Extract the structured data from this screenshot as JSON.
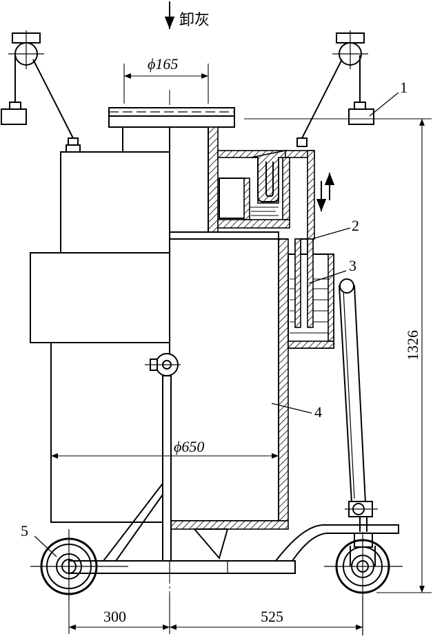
{
  "labels": {
    "discharge": "卸灰",
    "dim_top_diameter": "ϕ165",
    "dim_body_diameter": "ϕ650",
    "dim_height": "1326",
    "dim_left": "300",
    "dim_right": "525"
  },
  "parts": [
    {
      "number": "1"
    },
    {
      "number": "2"
    },
    {
      "number": "3"
    },
    {
      "number": "4"
    },
    {
      "number": "5"
    }
  ]
}
